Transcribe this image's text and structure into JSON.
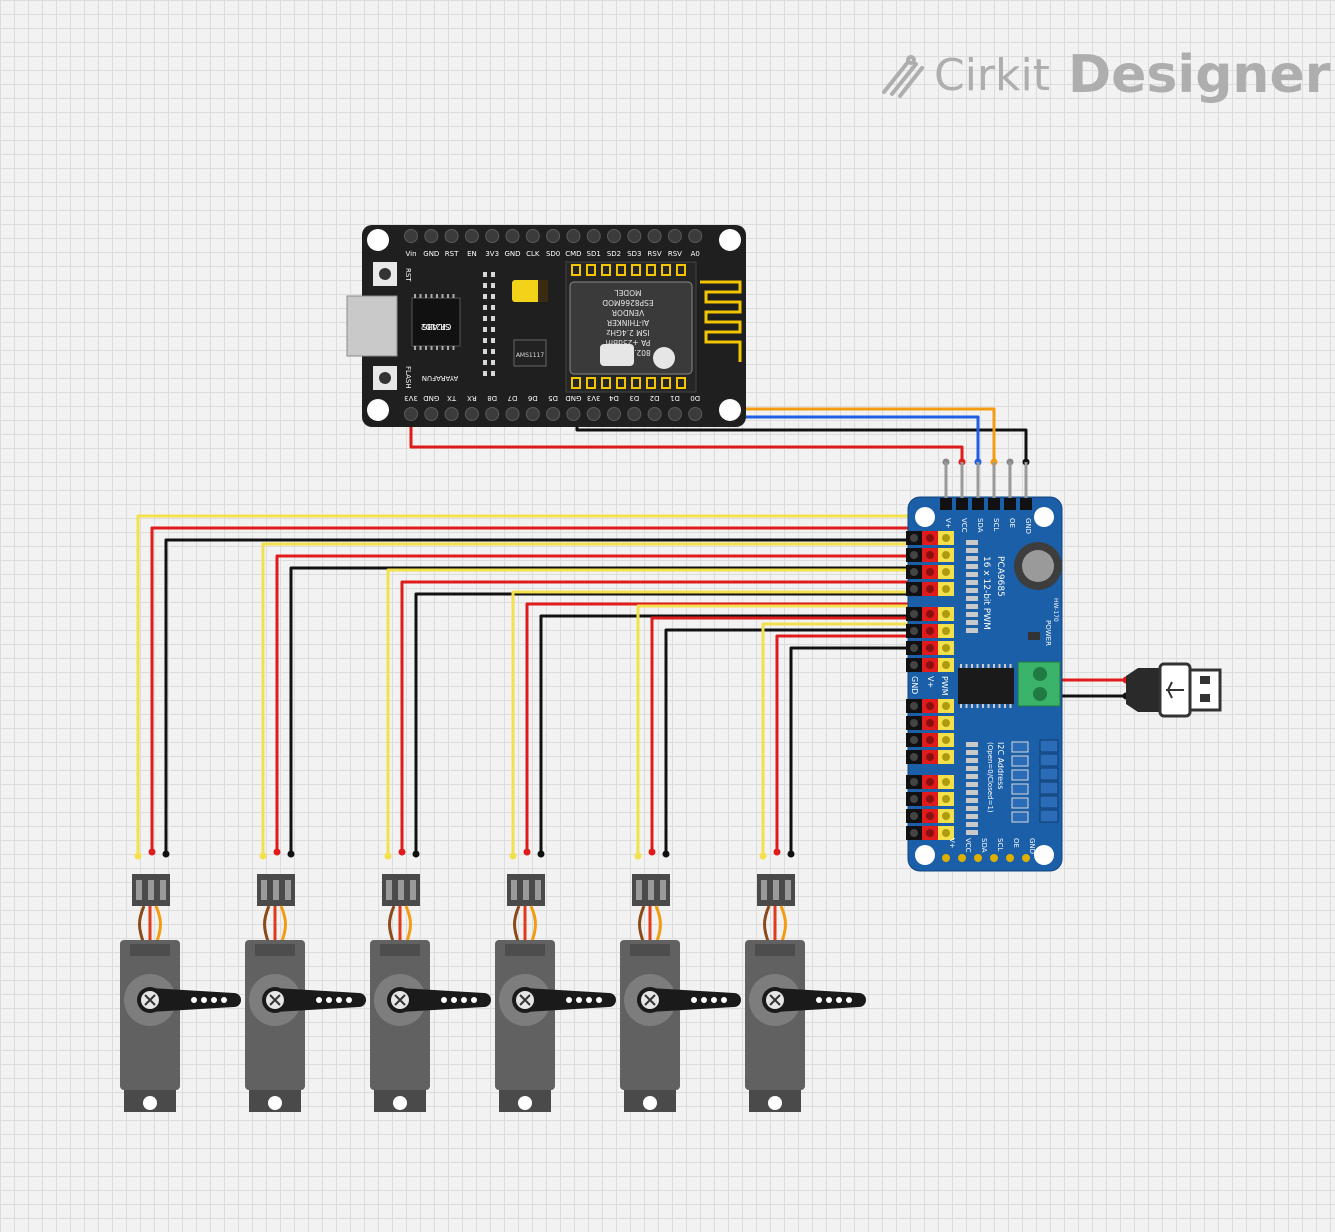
{
  "brand": {
    "name": "Cirkit",
    "product": "Designer"
  },
  "nodemcu": {
    "top_pins": [
      "Vin",
      "GND",
      "RST",
      "EN",
      "3V3",
      "GND",
      "CLK",
      "SD0",
      "CMD",
      "SD1",
      "SD2",
      "SD3",
      "RSV",
      "RSV",
      "A0"
    ],
    "bottom_pins": [
      "3V3",
      "GND",
      "TX",
      "RX",
      "D8",
      "D7",
      "D6",
      "D5",
      "GND",
      "3V3",
      "D4",
      "D3",
      "D2",
      "D1",
      "D0"
    ],
    "rst_label": "RST",
    "flash_label": "FLASH",
    "brand_label": "AYARAFUN",
    "usb_chip": [
      "SILABS",
      "CP2102"
    ],
    "regulator": "AMS1117",
    "module_text": [
      "MODEL",
      "ESP8266MOD",
      "VENDOR",
      "AI-THINKER",
      "ISM 2.4GHz",
      "PA +25dBm",
      "802.11b/g/n"
    ]
  },
  "pca9685": {
    "header_pins": [
      "GND",
      "OE",
      "SCL",
      "SDA",
      "VCC",
      "V+"
    ],
    "bottom_pins": [
      "GND",
      "OE",
      "SCL",
      "SDA",
      "VCC",
      "V+"
    ],
    "title": [
      "16 x 12-bit PWM",
      "PCA9685"
    ],
    "side_labels": [
      "PWM",
      "V+",
      "GND"
    ],
    "power_label": "POWER",
    "board_id": "HW-170",
    "i2c": [
      "I2C Address",
      "(Open=0/Closed=1)"
    ]
  },
  "servos": {
    "count": 6
  },
  "wire_colors": {
    "power": "#e01b1b",
    "ground": "#111111",
    "signal": "#f2e14c",
    "sda": "#1f5fe0",
    "scl": "#f39c12",
    "oe": "#888888"
  }
}
